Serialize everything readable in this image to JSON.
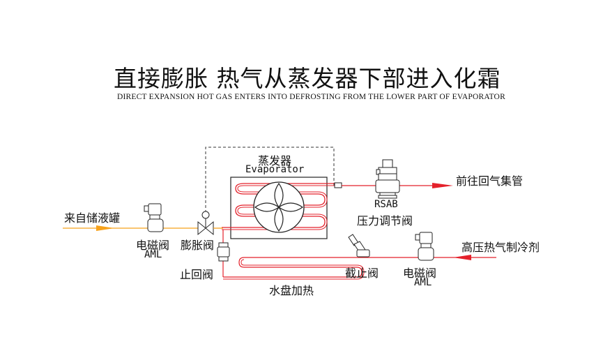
{
  "title_cn": "直接膨胀 热气从蒸发器下部进入化霜",
  "title_en": "DIRECT EXPANSION HOT GAS ENTERS INTO DEFROSTING FROM THE LOWER PART OF EVAPORATOR",
  "labels": {
    "evaporator_cn": "蒸发器",
    "evaporator_en": "Evaporator",
    "to_suction": "前往回气集管",
    "rsab": "RSAB",
    "pressure_regulator": "压力调节阀",
    "from_receiver": "来自储液罐",
    "solenoid_left": "电磁阀",
    "aml_left": "AML",
    "expansion_valve": "膨胀阀",
    "hot_gas_refrigerant": "高压热气制冷剂",
    "check_valve": "止回阀",
    "stop_valve": "截止阀",
    "solenoid_right": "电磁阀",
    "aml_right": "AML",
    "drain_pan_heating": "水盘加热"
  },
  "colors": {
    "pipe_red": "#e4212b",
    "pipe_orange": "#f7a21b",
    "line_black": "#222222"
  }
}
